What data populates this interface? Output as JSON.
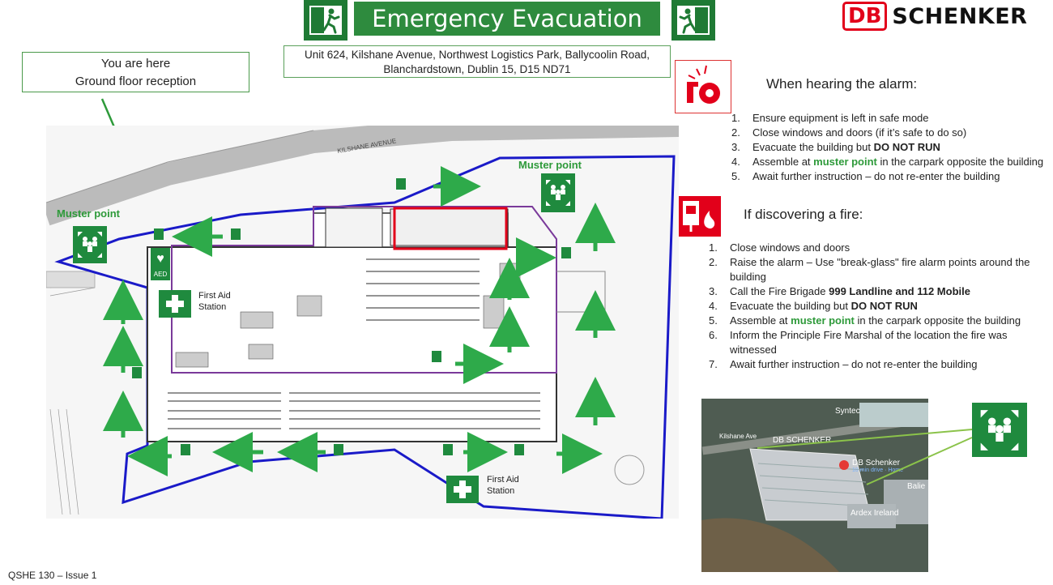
{
  "title": "Emergency Evacuation Plan",
  "brand": {
    "db": "DB",
    "name": "SCHENKER",
    "color": "#e2001a"
  },
  "address": [
    "Unit 624, Kilshane Avenue, Northwest Logistics Park, Ballycoolin Road,",
    "Blanchardstown, Dublin 15, D15 ND71"
  ],
  "you_are_here": [
    "You are here",
    "Ground floor reception"
  ],
  "map": {
    "street": "KILSHANE AVENUE",
    "muster_left": "Muster point",
    "muster_top": "Muster point",
    "aed": "AED",
    "first_aid_1": [
      "First Aid",
      "Station"
    ],
    "first_aid_2": [
      "First Aid",
      "Station"
    ]
  },
  "alarm": {
    "heading": "When hearing the alarm:",
    "items": [
      {
        "num": "1.",
        "text": "Ensure equipment  is left in safe mode"
      },
      {
        "num": "2.",
        "text": "Close windows and doors (if it’s safe to do so)"
      },
      {
        "num": "3.",
        "pre": "Evacuate the building but ",
        "bold": "DO NOT RUN",
        "post": ""
      },
      {
        "num": "4.",
        "pre": "Assemble at ",
        "green": "muster point",
        "post": " in the carpark opposite the building"
      },
      {
        "num": "5.",
        "text": "Await further instruction – do not re-enter the building"
      }
    ]
  },
  "fire": {
    "heading": "If discovering a fire:",
    "items": [
      {
        "num": "1.",
        "text": "Close windows and doors"
      },
      {
        "num": "2.",
        "text": "Raise the alarm – Use \"break-glass\" fire alarm points around the building"
      },
      {
        "num": "3.",
        "pre": "Call the Fire Brigade ",
        "bold": "999 Landline and 112 Mobile",
        "post": ""
      },
      {
        "num": "4.",
        "pre": "Evacuate the building but ",
        "bold": "DO NOT RUN",
        "post": ""
      },
      {
        "num": "5.",
        "pre": "Assemble at ",
        "green": "muster point",
        "post": " in the carpark opposite the building"
      },
      {
        "num": "6.",
        "text": "Inform the Principle Fire Marshal of the location the fire was witnessed"
      },
      {
        "num": "7.",
        "text": "Await further instruction – do not re-enter the building"
      }
    ]
  },
  "satellite": {
    "labels": [
      "Syntec",
      "Kilshane Ave",
      "DB SCHENKER",
      "DB Schenker",
      "10 min drive · Home",
      "Balie",
      "Ardex Ireland"
    ]
  },
  "footer": "QSHE 130 – Issue 1",
  "colors": {
    "green": "#2e9a3a",
    "dark_green": "#1f7a34",
    "route_blue": "#1a1ac8",
    "building_purple": "#7a3a9a",
    "red": "#e2001a"
  }
}
